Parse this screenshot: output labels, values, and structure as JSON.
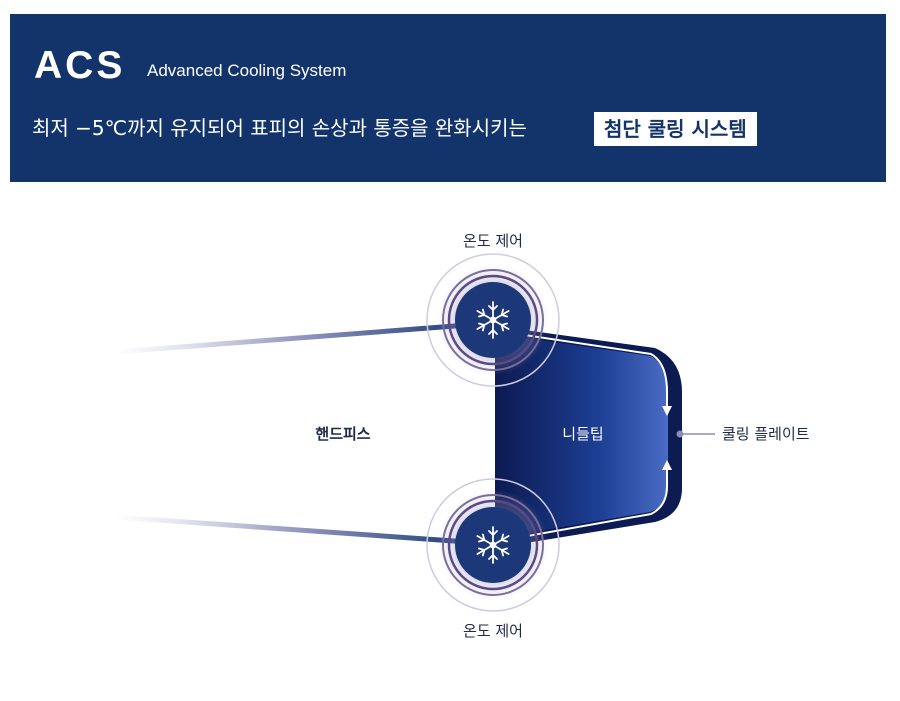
{
  "header": {
    "brand": "ACS",
    "brand_full": "Advanced Cooling System",
    "tagline": "최저 −5℃까지 유지되어 표피의 손상과 통증을 완화시키는",
    "highlight": "첨단 쿨링 시스템"
  },
  "diagram": {
    "top_label": "온도 제어",
    "bottom_label": "온도 제어",
    "handpiece_label": "핸드피스",
    "needle_tip_label": "니들팁",
    "cooling_plate_label": "쿨링 플레이트",
    "icons": [
      "snowflake-icon",
      "snowflake-icon"
    ],
    "colors": {
      "banner": "#13346b",
      "node": "#1c3878",
      "tip_dark": "#0c1b52",
      "tip_light": "#4a6cc4",
      "ring": "#6a5a8e",
      "text": "#1d2a4a"
    }
  }
}
